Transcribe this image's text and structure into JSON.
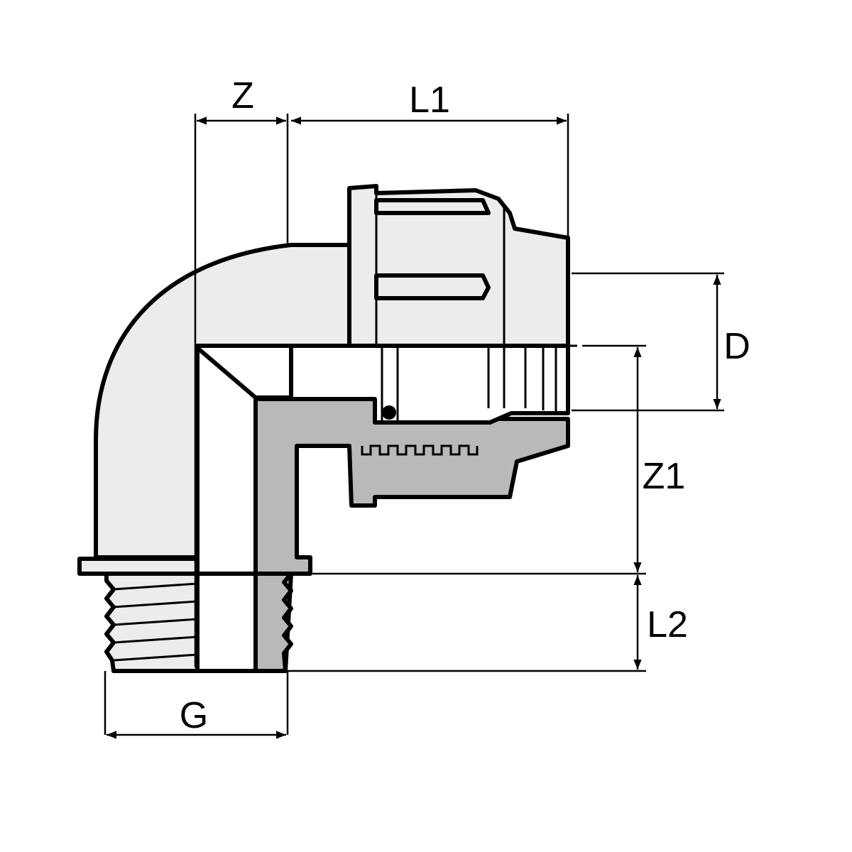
{
  "dimensions": {
    "z": "Z",
    "l1": {
      "main": "L",
      "sub": "1"
    },
    "d": "D",
    "z1": {
      "main": "Z",
      "sub": "1"
    },
    "l2": {
      "main": "L",
      "sub": "2"
    },
    "g": "G"
  },
  "colors": {
    "body": "#ececec",
    "section": "#b9b9b9",
    "line": "#000000",
    "background": "#ffffff"
  }
}
